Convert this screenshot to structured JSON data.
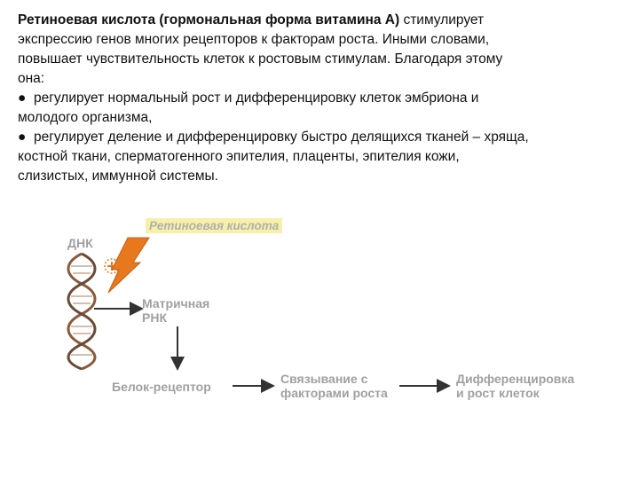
{
  "intro": {
    "term": "Ретиноевая кислота (гормональная форма витамина А)",
    "line1_rest": " стимулирует",
    "line2": "экспрессию генов многих рецепторов к факторам роста. Иными словами,",
    "line3": "повышает чувствительность клеток к ростовым стимулам. Благодаря этому",
    "line4": "она:"
  },
  "bullets": [
    {
      "symbol": "●",
      "line1": "регулирует нормальный рост и дифференцировку клеток эмбриона и",
      "line2": "молодого организма,"
    },
    {
      "symbol": "●",
      "line1": "регулирует деление и дифференцировку быстро делящихся тканей – хряща,",
      "line2": "костной ткани, сперматогенного эпителия, плаценты, эпителия кожи,",
      "line3": "слизистых, иммунной системы."
    }
  ],
  "diagram": {
    "retinoic_acid_label": "Ретиноевая кислота",
    "dna_label": "ДНК",
    "stimulation_symbol": "+",
    "mrna_label_line1": "Матричная",
    "mrna_label_line2": "РНК",
    "receptor_label": "Белок-рецептор",
    "binding_label_line1": "Связывание с",
    "binding_label_line2": "факторами роста",
    "outcome_label_line1": "Дифференцировка",
    "outcome_label_line2": "и рост клеток",
    "colors": {
      "arrow_orange": "#e8781e",
      "dna_strand": "#8a5a3c",
      "label_gray": "#a0a0a0",
      "highlight": "#f7f0a8"
    }
  }
}
